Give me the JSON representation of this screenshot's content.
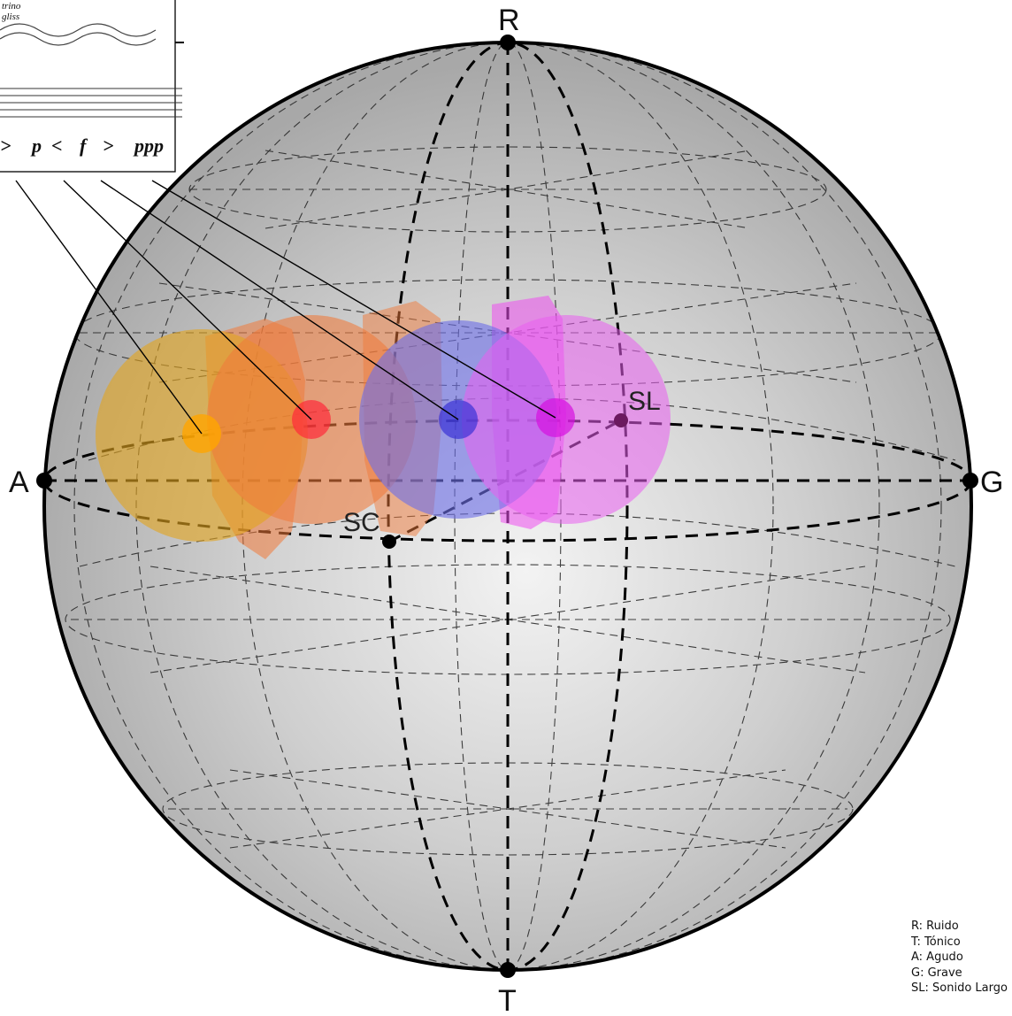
{
  "score_inset": {
    "ornament_labels": [
      "trino",
      "gliss"
    ],
    "dynamics": [
      ">",
      "p",
      "<",
      "f",
      ">",
      "ppp"
    ]
  },
  "poles": {
    "top": "R",
    "bottom": "T",
    "left": "A",
    "right": "G"
  },
  "points": {
    "sl": "SL",
    "sc": "SC"
  },
  "legend": [
    "R: Ruido",
    "T: Tónico",
    "A: Agudo",
    "G: Grave",
    "SL: Sonido Largo"
  ],
  "colors": {
    "sphere_light": "#f1f1f1",
    "sphere_dark": "#a9a9a9",
    "sound_yellow": "#e2a420",
    "sound_orange": "#f07a3a",
    "sound_blue": "#6d6fe6",
    "sound_magenta": "#e566e8"
  }
}
